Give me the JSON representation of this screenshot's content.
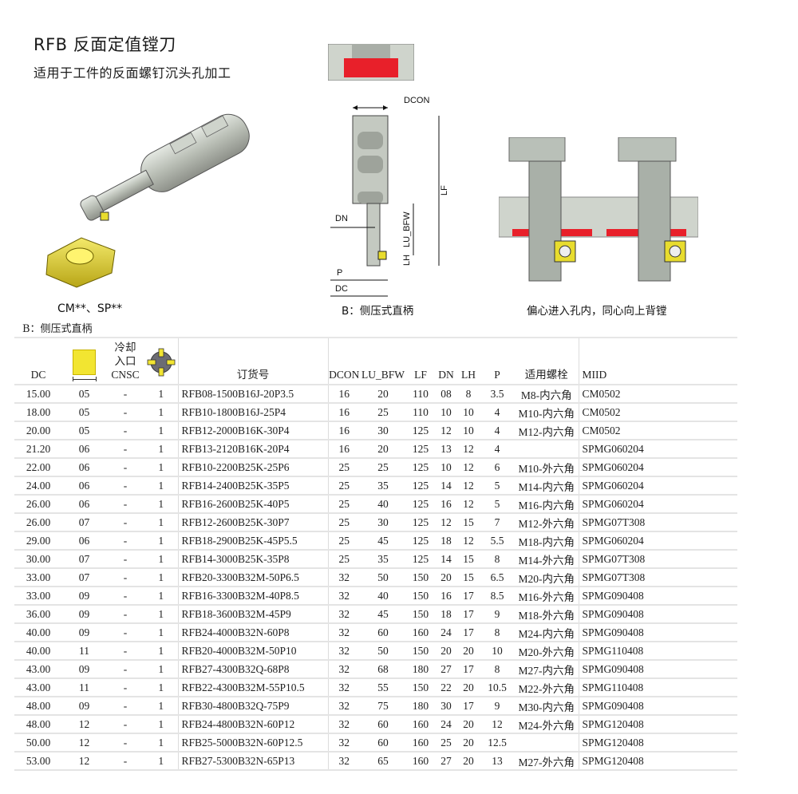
{
  "header": {
    "title": "RFB 反面定值镗刀",
    "subtitle": "适用于工件的反面螺钉沉头孔加工"
  },
  "figures": {
    "tool_caption": "CM**、SP**",
    "drawing_caption": "B：侧压式直柄",
    "process_caption": "偏心进入孔内，同心向上背镗",
    "drawing_labels": {
      "dcon": "DCON",
      "lf": "LF",
      "dn": "DN",
      "lu_bfw": "LU_BFW",
      "lh": "LH",
      "p": "P",
      "dc": "DC"
    },
    "colors": {
      "insert_yellow": "#e8dc2e",
      "highlight_red": "#e8202a",
      "steel_gray": "#b9c0b8"
    }
  },
  "section_label": "B：侧压式直柄",
  "table": {
    "headers": {
      "dc": "DC",
      "coolant_top": "冷却",
      "coolant_mid": "入口",
      "cnsc": "CNSC",
      "order_no": "订货号",
      "dcon": "DCON",
      "lu_bfw": "LU_BFW",
      "lf": "LF",
      "dn": "DN",
      "lh": "LH",
      "p": "P",
      "bolt": "适用螺栓",
      "miid": "MIID"
    },
    "rows": [
      {
        "dc": "15.00",
        "size": "05",
        "cnsc": "-",
        "n": "1",
        "order": "RFB08-1500B16J-20P3.5",
        "dcon": "16",
        "lu": "20",
        "lf": "110",
        "dn": "08",
        "lh": "8",
        "p": "3.5",
        "bolt": "M8-内六角",
        "miid": "CM0502"
      },
      {
        "dc": "18.00",
        "size": "05",
        "cnsc": "-",
        "n": "1",
        "order": "RFB10-1800B16J-25P4",
        "dcon": "16",
        "lu": "25",
        "lf": "110",
        "dn": "10",
        "lh": "10",
        "p": "4",
        "bolt": "M10-内六角",
        "miid": "CM0502"
      },
      {
        "dc": "20.00",
        "size": "05",
        "cnsc": "-",
        "n": "1",
        "order": "RFB12-2000B16K-30P4",
        "dcon": "16",
        "lu": "30",
        "lf": "125",
        "dn": "12",
        "lh": "10",
        "p": "4",
        "bolt": "M12-内六角",
        "miid": "CM0502"
      },
      {
        "dc": "21.20",
        "size": "06",
        "cnsc": "-",
        "n": "1",
        "order": "RFB13-2120B16K-20P4",
        "dcon": "16",
        "lu": "20",
        "lf": "125",
        "dn": "13",
        "lh": "12",
        "p": "4",
        "bolt": "",
        "miid": "SPMG060204"
      },
      {
        "dc": "22.00",
        "size": "06",
        "cnsc": "-",
        "n": "1",
        "order": "RFB10-2200B25K-25P6",
        "dcon": "25",
        "lu": "25",
        "lf": "125",
        "dn": "10",
        "lh": "12",
        "p": "6",
        "bolt": "M10-外六角",
        "miid": "SPMG060204"
      },
      {
        "dc": "24.00",
        "size": "06",
        "cnsc": "-",
        "n": "1",
        "order": "RFB14-2400B25K-35P5",
        "dcon": "25",
        "lu": "35",
        "lf": "125",
        "dn": "14",
        "lh": "12",
        "p": "5",
        "bolt": "M14-内六角",
        "miid": "SPMG060204"
      },
      {
        "dc": "26.00",
        "size": "06",
        "cnsc": "-",
        "n": "1",
        "order": "RFB16-2600B25K-40P5",
        "dcon": "25",
        "lu": "40",
        "lf": "125",
        "dn": "16",
        "lh": "12",
        "p": "5",
        "bolt": "M16-内六角",
        "miid": "SPMG060204"
      },
      {
        "dc": "26.00",
        "size": "07",
        "cnsc": "-",
        "n": "1",
        "order": "RFB12-2600B25K-30P7",
        "dcon": "25",
        "lu": "30",
        "lf": "125",
        "dn": "12",
        "lh": "15",
        "p": "7",
        "bolt": "M12-外六角",
        "miid": "SPMG07T308"
      },
      {
        "dc": "29.00",
        "size": "06",
        "cnsc": "-",
        "n": "1",
        "order": "RFB18-2900B25K-45P5.5",
        "dcon": "25",
        "lu": "45",
        "lf": "125",
        "dn": "18",
        "lh": "12",
        "p": "5.5",
        "bolt": "M18-内六角",
        "miid": "SPMG060204"
      },
      {
        "dc": "30.00",
        "size": "07",
        "cnsc": "-",
        "n": "1",
        "order": "RFB14-3000B25K-35P8",
        "dcon": "25",
        "lu": "35",
        "lf": "125",
        "dn": "14",
        "lh": "15",
        "p": "8",
        "bolt": "M14-外六角",
        "miid": "SPMG07T308"
      },
      {
        "dc": "33.00",
        "size": "07",
        "cnsc": "-",
        "n": "1",
        "order": "RFB20-3300B32M-50P6.5",
        "dcon": "32",
        "lu": "50",
        "lf": "150",
        "dn": "20",
        "lh": "15",
        "p": "6.5",
        "bolt": "M20-内六角",
        "miid": "SPMG07T308"
      },
      {
        "dc": "33.00",
        "size": "09",
        "cnsc": "-",
        "n": "1",
        "order": "RFB16-3300B32M-40P8.5",
        "dcon": "32",
        "lu": "40",
        "lf": "150",
        "dn": "16",
        "lh": "17",
        "p": "8.5",
        "bolt": "M16-外六角",
        "miid": "SPMG090408"
      },
      {
        "dc": "36.00",
        "size": "09",
        "cnsc": "-",
        "n": "1",
        "order": "RFB18-3600B32M-45P9",
        "dcon": "32",
        "lu": "45",
        "lf": "150",
        "dn": "18",
        "lh": "17",
        "p": "9",
        "bolt": "M18-外六角",
        "miid": "SPMG090408"
      },
      {
        "dc": "40.00",
        "size": "09",
        "cnsc": "-",
        "n": "1",
        "order": "RFB24-4000B32N-60P8",
        "dcon": "32",
        "lu": "60",
        "lf": "160",
        "dn": "24",
        "lh": "17",
        "p": "8",
        "bolt": "M24-内六角",
        "miid": "SPMG090408"
      },
      {
        "dc": "40.00",
        "size": "11",
        "cnsc": "-",
        "n": "1",
        "order": "RFB20-4000B32M-50P10",
        "dcon": "32",
        "lu": "50",
        "lf": "150",
        "dn": "20",
        "lh": "20",
        "p": "10",
        "bolt": "M20-外六角",
        "miid": "SPMG110408"
      },
      {
        "dc": "43.00",
        "size": "09",
        "cnsc": "-",
        "n": "1",
        "order": "RFB27-4300B32Q-68P8",
        "dcon": "32",
        "lu": "68",
        "lf": "180",
        "dn": "27",
        "lh": "17",
        "p": "8",
        "bolt": "M27-内六角",
        "miid": "SPMG090408"
      },
      {
        "dc": "43.00",
        "size": "11",
        "cnsc": "-",
        "n": "1",
        "order": "RFB22-4300B32M-55P10.5",
        "dcon": "32",
        "lu": "55",
        "lf": "150",
        "dn": "22",
        "lh": "20",
        "p": "10.5",
        "bolt": "M22-外六角",
        "miid": "SPMG110408"
      },
      {
        "dc": "48.00",
        "size": "09",
        "cnsc": "-",
        "n": "1",
        "order": "RFB30-4800B32Q-75P9",
        "dcon": "32",
        "lu": "75",
        "lf": "180",
        "dn": "30",
        "lh": "17",
        "p": "9",
        "bolt": "M30-内六角",
        "miid": "SPMG090408"
      },
      {
        "dc": "48.00",
        "size": "12",
        "cnsc": "-",
        "n": "1",
        "order": "RFB24-4800B32N-60P12",
        "dcon": "32",
        "lu": "60",
        "lf": "160",
        "dn": "24",
        "lh": "20",
        "p": "12",
        "bolt": "M24-外六角",
        "miid": "SPMG120408"
      },
      {
        "dc": "50.00",
        "size": "12",
        "cnsc": "-",
        "n": "1",
        "order": "RFB25-5000B32N-60P12.5",
        "dcon": "32",
        "lu": "60",
        "lf": "160",
        "dn": "25",
        "lh": "20",
        "p": "12.5",
        "bolt": "",
        "miid": "SPMG120408"
      },
      {
        "dc": "53.00",
        "size": "12",
        "cnsc": "-",
        "n": "1",
        "order": "RFB27-5300B32N-65P13",
        "dcon": "32",
        "lu": "65",
        "lf": "160",
        "dn": "27",
        "lh": "20",
        "p": "13",
        "bolt": "M27-外六角",
        "miid": "SPMG120408"
      }
    ]
  }
}
